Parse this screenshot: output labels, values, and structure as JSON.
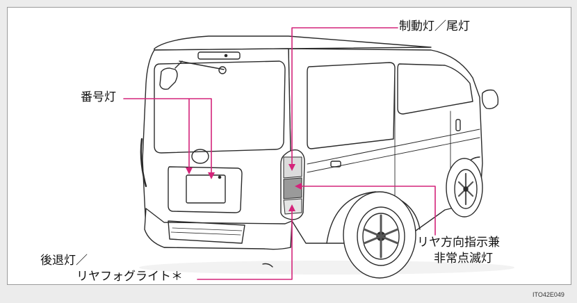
{
  "labels": {
    "brake_tail": "制動灯／尾灯",
    "license_plate": "番号灯",
    "reverse_line1": "後退灯／",
    "reverse_line2": "リヤフォグライト＊",
    "turn_line1": "リヤ方向指示兼",
    "turn_line2": "非常点滅灯"
  },
  "image_code": "ITO42E049",
  "colors": {
    "callout": "#d4237a",
    "outline": "#2a2a2a",
    "background": "#ffffff",
    "frame": "#ececec"
  }
}
